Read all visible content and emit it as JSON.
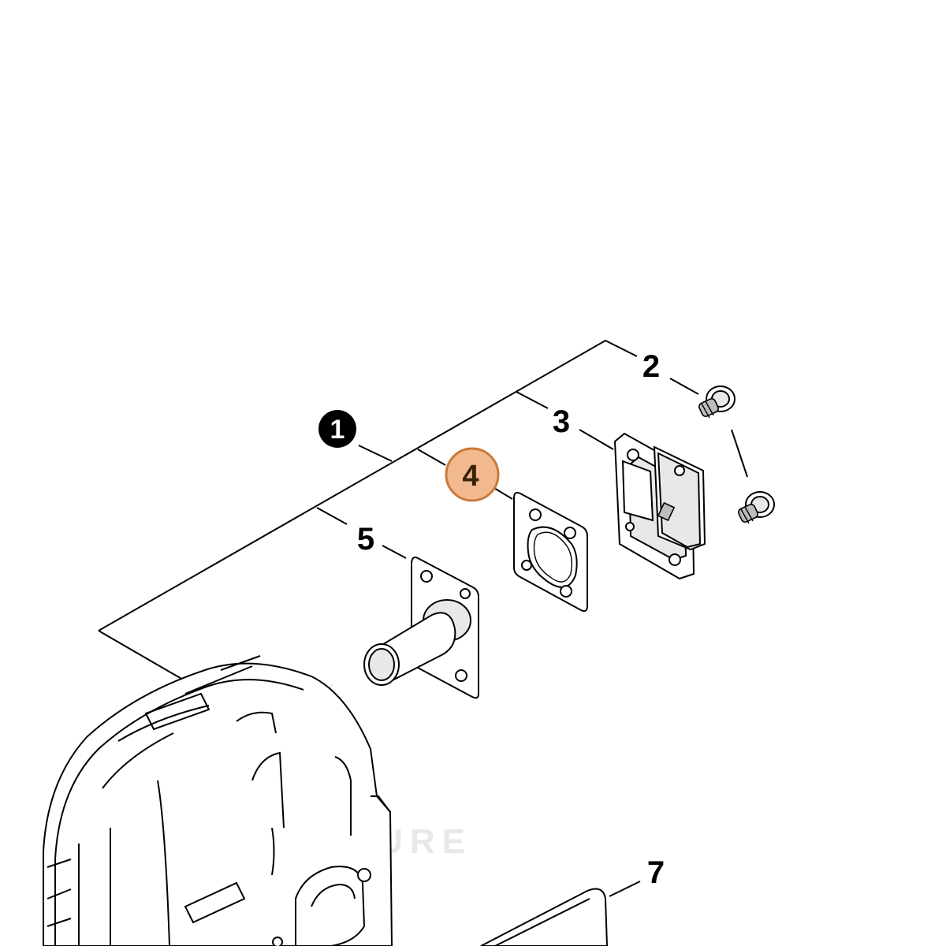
{
  "callouts": {
    "c1": "1",
    "c2": "2",
    "c3": "3",
    "c4": "4",
    "c5": "5",
    "c7": "7"
  },
  "watermark": {
    "text": "LEADVENTURE"
  },
  "colors": {
    "line": "#000000",
    "highlight_fill": "#f1b98d",
    "highlight_stroke": "#c97a3a",
    "background": "#ffffff"
  }
}
